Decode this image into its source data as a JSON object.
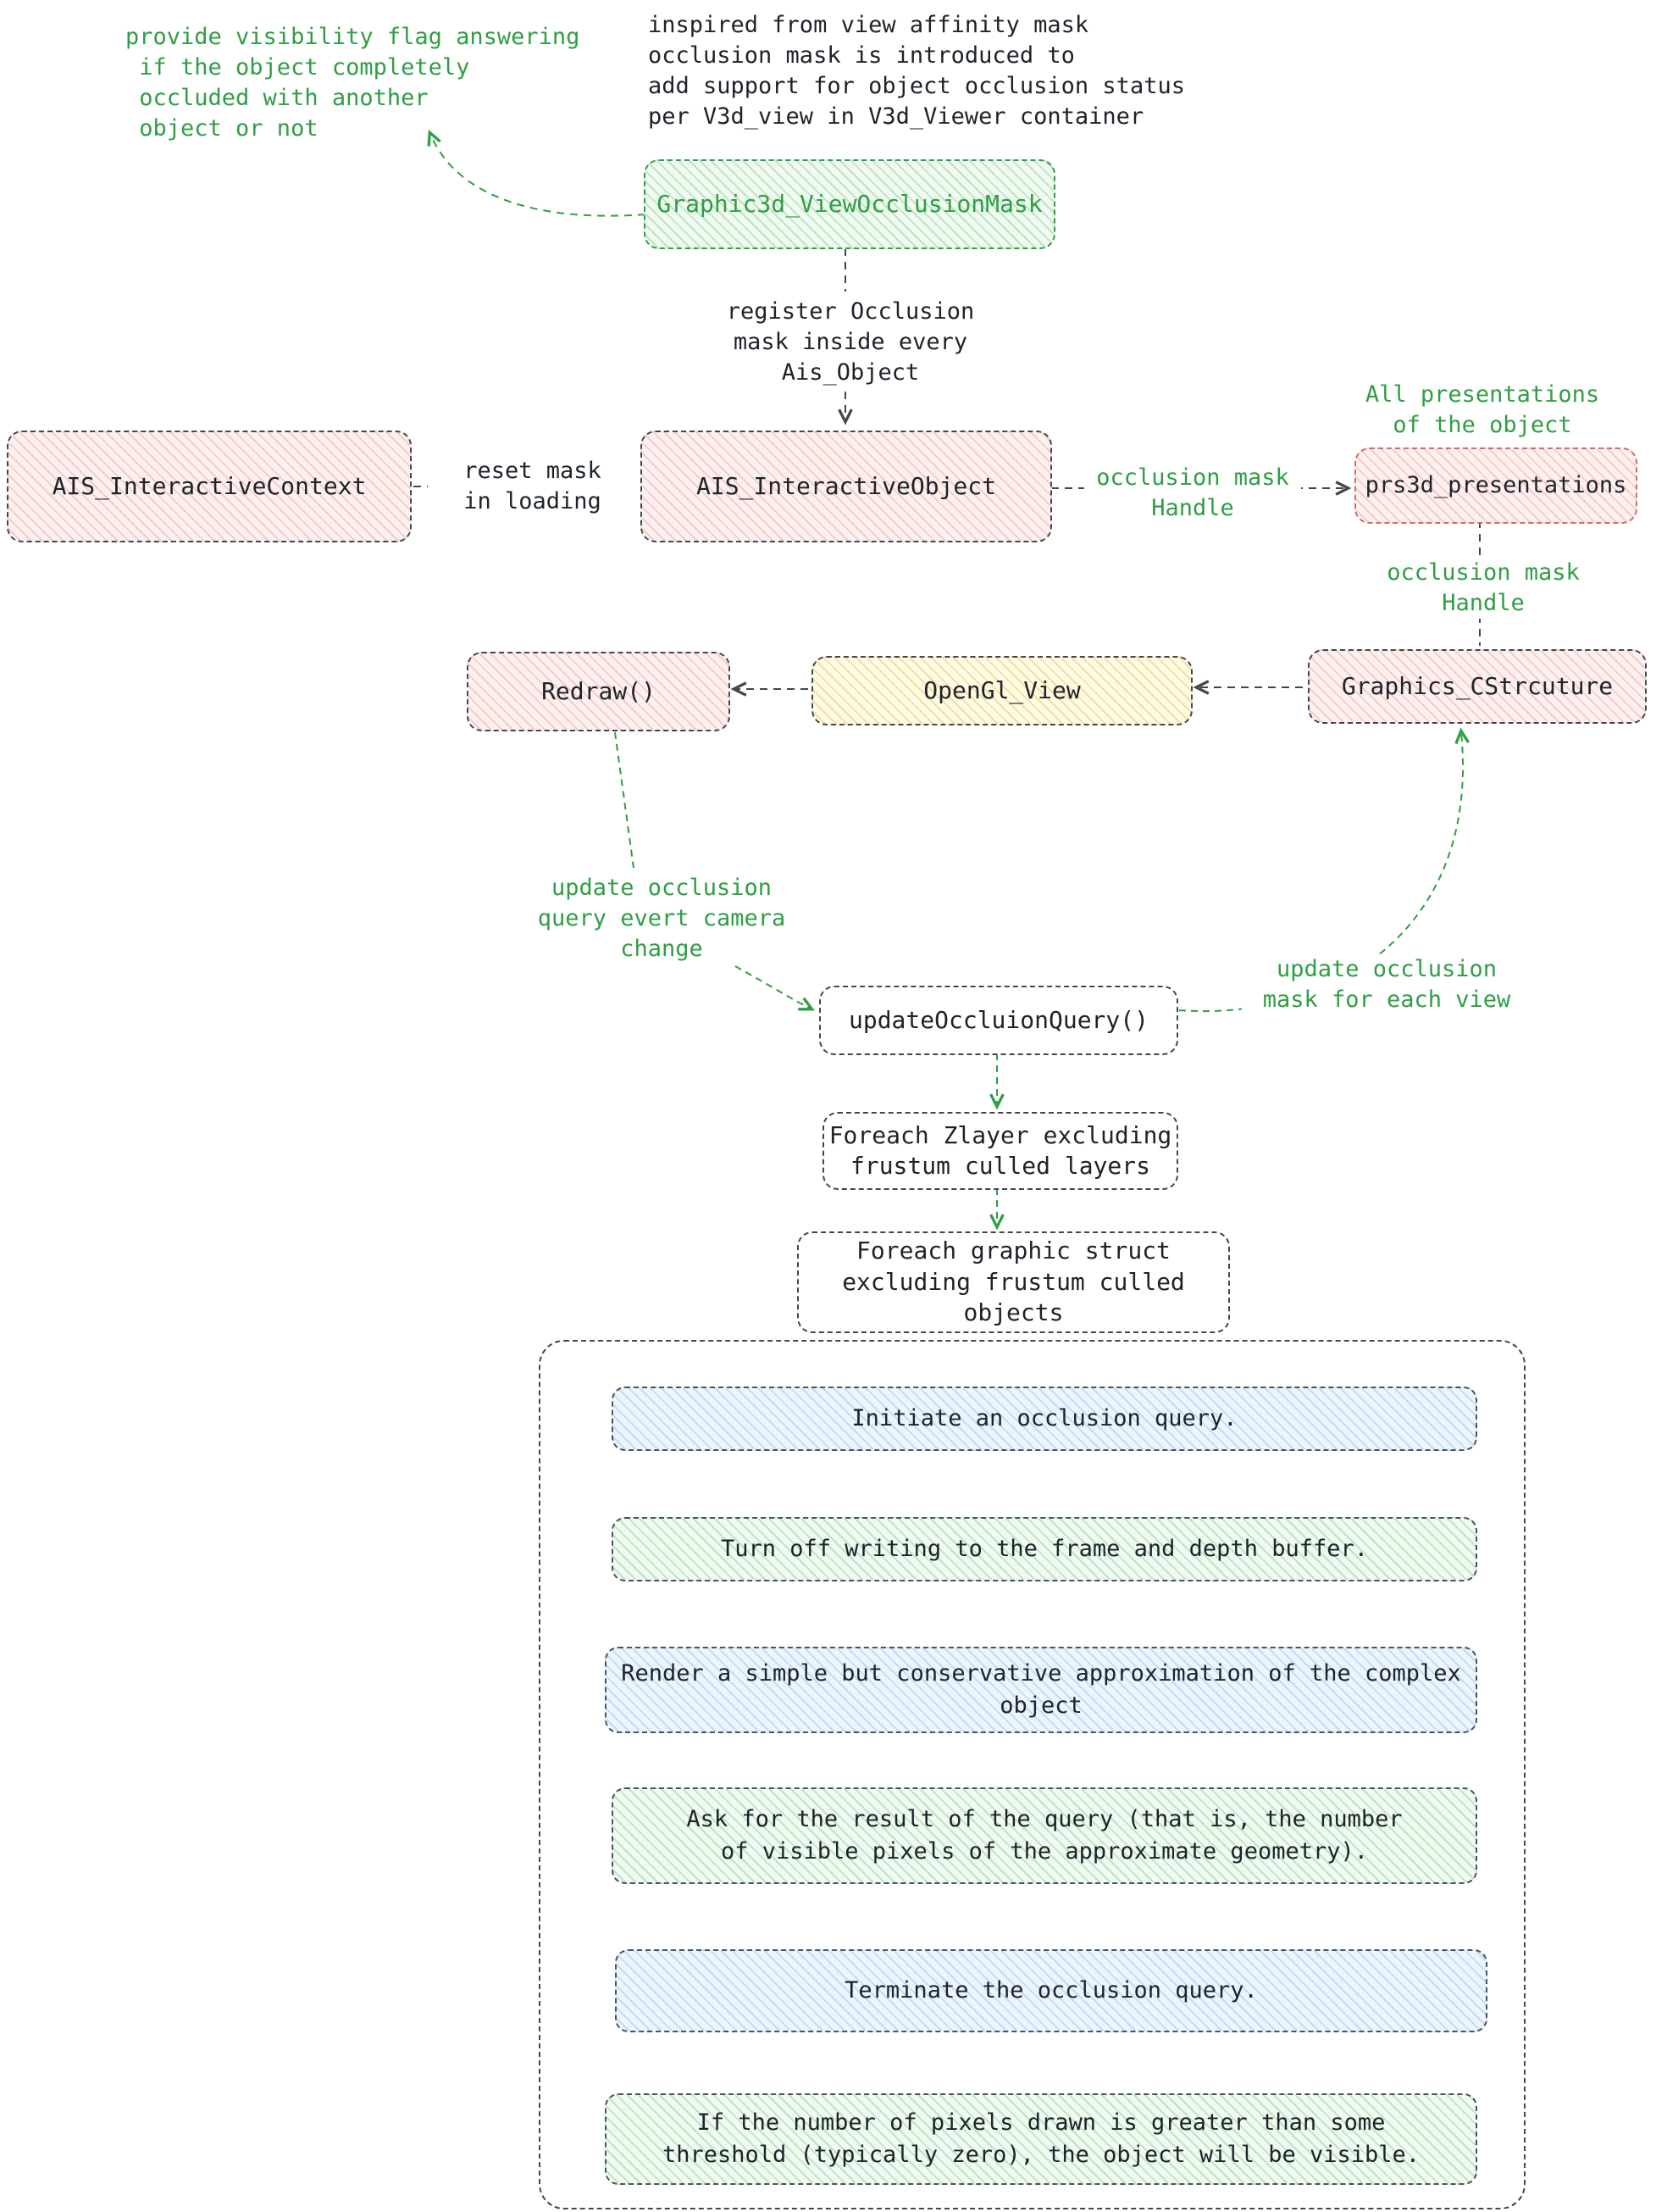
{
  "notes": {
    "intro": "inspired from view affinity mask\nocclusion mask is introduced to\nadd support for object occlusion status\nper V3d_view in V3d_Viewer container",
    "visibility_flag": "provide visibility flag answering\n if the object completely\n occluded with another\n object or not",
    "register_mask": "register Occlusion\nmask inside every\nAis_Object"
  },
  "edge_labels": {
    "reset_mask": "reset mask\nin loading",
    "occlusion_mask_handle_right": "occlusion mask\nHandle",
    "all_presentations": "All presentations\nof the object",
    "occlusion_mask_handle_down": "occlusion mask\nHandle",
    "update_occlusion_query": "update occlusion\nquery evert camera\nchange",
    "update_occlusion_mask": "update occlusion\nmask for each view"
  },
  "nodes": {
    "view_occlusion_mask": "Graphic3d_ViewOcclusionMask",
    "interactive_context": "AIS_InteractiveContext",
    "interactive_object": "AIS_InteractiveObject",
    "presentations": "prs3d_presentations",
    "graphics_cstructure": "Graphics_CStrcuture",
    "opengl_view": "OpenGl_View",
    "redraw": "Redraw()",
    "update_occlusion_query_fn": "updateOccluionQuery()",
    "foreach_zlayer": "Foreach Zlayer excluding\nfrustum culled layers",
    "foreach_graphic_struct": "Foreach graphic struct\nexcluding frustum culled\nobjects"
  },
  "steps": [
    {
      "label": "Initiate an occlusion query.",
      "tone": "blue"
    },
    {
      "label": "Turn off writing to the frame and depth buffer.",
      "tone": "green"
    },
    {
      "label": "Render a simple but conservative approximation of the complex\nobject",
      "tone": "blue"
    },
    {
      "label": "Ask for the result of the query (that is, the number\nof visible pixels of the approximate geometry).",
      "tone": "green"
    },
    {
      "label": "Terminate the occlusion query.",
      "tone": "blue"
    },
    {
      "label": "If the number of pixels drawn is greater than some\nthreshold (typically zero), the object will be visible.",
      "tone": "green"
    }
  ],
  "colors": {
    "accent_green": "#2f9e44",
    "ink": "#1d2329",
    "node_pink_fill": "#fdf1f0",
    "node_yellow_fill": "#fffbe3",
    "node_blue_fill": "#ecf5fd",
    "node_green_fill": "#f0faf1",
    "red_border": "#d46a6a",
    "dark_border": "#41474d"
  }
}
